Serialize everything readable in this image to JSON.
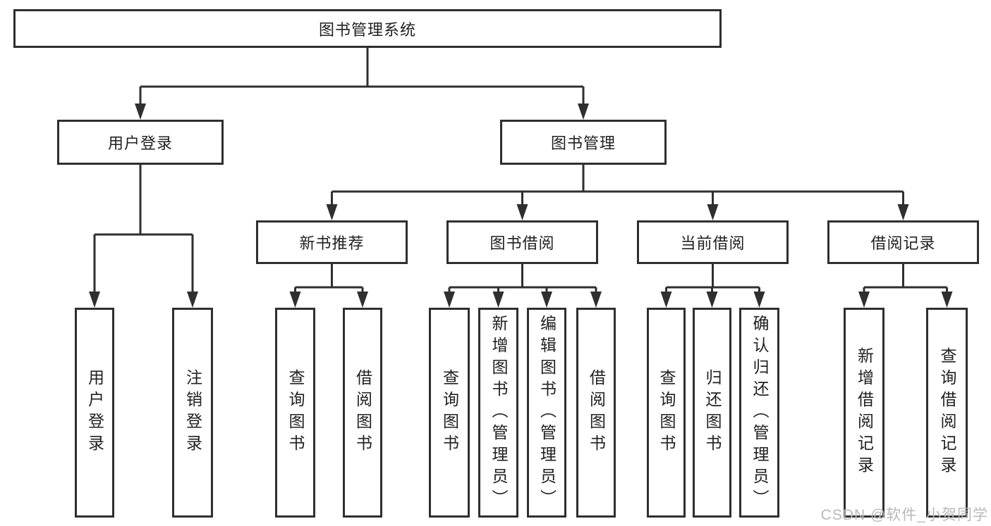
{
  "nodes": {
    "root": "图书管理系统",
    "user_login": "用户登录",
    "book_mgmt": "图书管理",
    "new_book_rec": "新书推荐",
    "book_borrow": "图书借阅",
    "current_borrow": "当前借阅",
    "borrow_records": "借阅记录",
    "ul_login": "用户登录",
    "ul_logout": "注销登录",
    "nb_query": "查询图书",
    "nb_borrow": "借阅图书",
    "bb_query": "查询图书",
    "bb_add": "新增图书（管理员）",
    "bb_edit": "编辑图书（管理员）",
    "bb_borrow": "借阅图书",
    "cb_query": "查询图书",
    "cb_return": "归还图书",
    "cb_confirm": "确认归还（管理员）",
    "br_add": "新增借阅记录",
    "br_query": "查询借阅记录"
  },
  "watermark": "CSDN @软件_小贺同学",
  "colors": {
    "line": "#2f2f2f",
    "text": "#212121",
    "watermark": "#b9b9b9",
    "background": "#ffffff"
  }
}
